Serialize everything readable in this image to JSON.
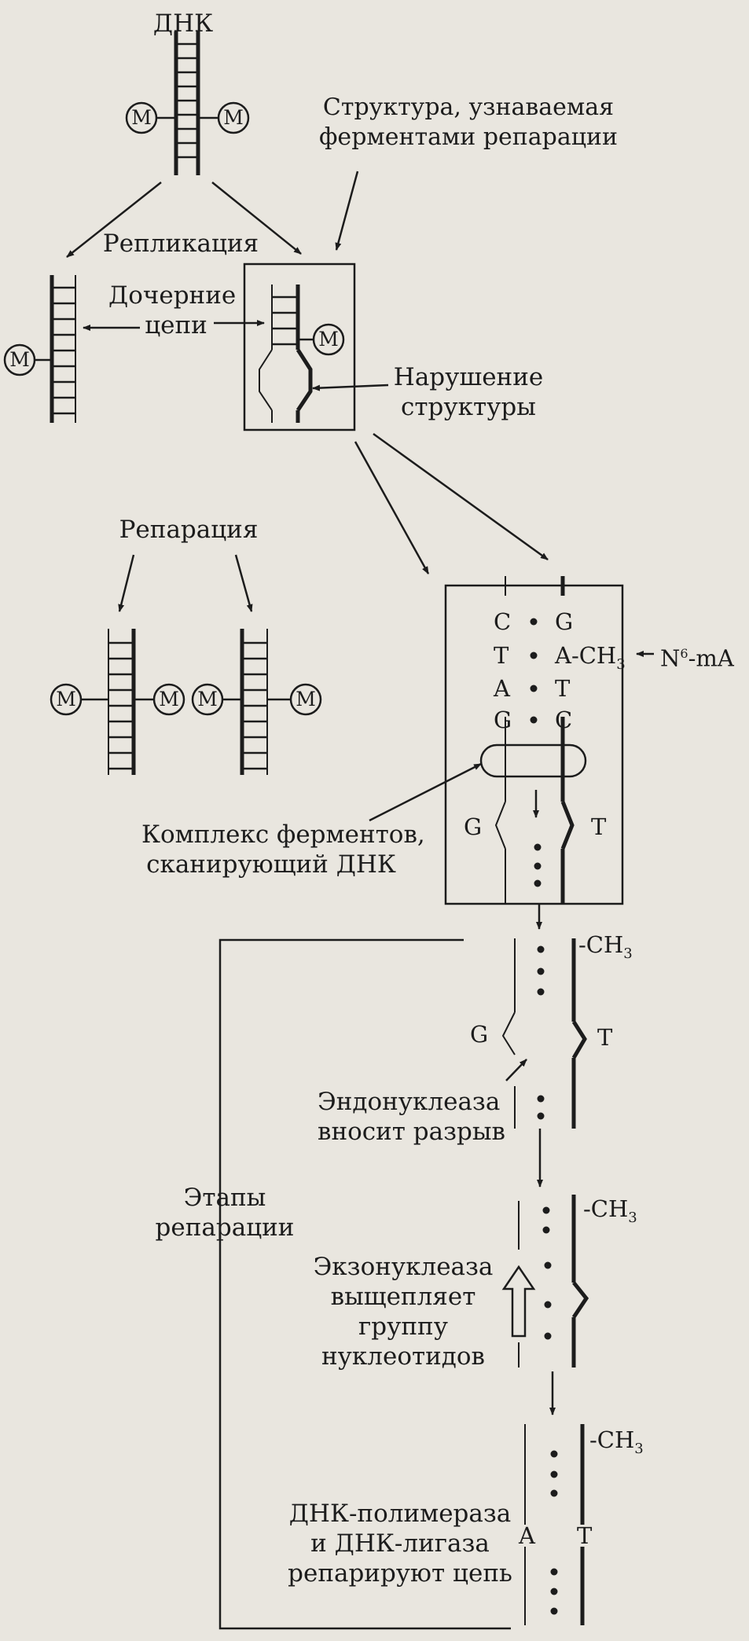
{
  "labels": {
    "dna": "ДНК",
    "repair_structure_line1": "Структура, узнаваемая",
    "repair_structure_line2": "ферментами репарации",
    "replication": "Репликация",
    "daughter_line1": "Дочерние",
    "daughter_line2": "цепи",
    "defect_line1": "Нарушение",
    "defect_line2": "структуры",
    "repair": "Репарация",
    "complex_line1": "Комплекс ферментов,",
    "complex_line2": "сканирующий ДНК",
    "endo_line1": "Эндонуклеаза",
    "endo_line2": "вносит разрыв",
    "stages_line1": "Этапы",
    "stages_line2": "репарации",
    "exo_line1": "Экзонуклеаза",
    "exo_line2": "выщепляет",
    "exo_line3": "группу",
    "exo_line4": "нуклеотидов",
    "poly_line1": "ДНК-полимераза",
    "poly_line2": "и ДНК-лигаза",
    "poly_line3": "репарируют цепь",
    "methyl_mark": "M",
    "n6_prefix": "N",
    "n6_sup": "6",
    "n6_suffix": "-mA"
  },
  "bases": {
    "left": [
      "C",
      "T",
      "A",
      "G"
    ],
    "right": [
      "G",
      "A-CH",
      "T",
      "C"
    ],
    "right_sub": "3",
    "mismatch_left": "G",
    "mismatch_right": "T",
    "repaired_left": "A",
    "repaired_right": "T",
    "methyl": "-CH",
    "methyl_sub": "3"
  }
}
